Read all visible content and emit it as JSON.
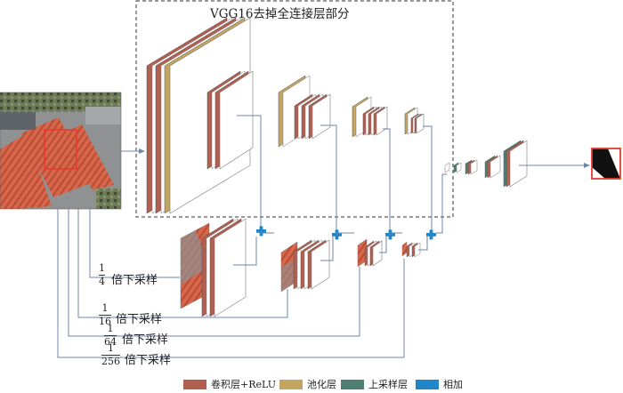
{
  "title": "VGG16去掉全连接层部分",
  "branches": [
    {
      "numerator": "1",
      "denominator": "4",
      "text": "倍下采样"
    },
    {
      "numerator": "1",
      "denominator": "16",
      "text": "倍下采样"
    },
    {
      "numerator": "1",
      "denominator": "64",
      "text": "倍下采样"
    },
    {
      "numerator": "1",
      "denominator": "256",
      "text": "倍下采样"
    }
  ],
  "legend": [
    {
      "label": "卷积层+ReLU",
      "color": "#b05f50"
    },
    {
      "label": "池化层",
      "color": "#c2a560"
    },
    {
      "label": "上采样层",
      "color": "#4f7f72"
    },
    {
      "label": "相加",
      "color": "#1f86c8"
    }
  ],
  "colors": {
    "conv": "#b05f50",
    "pool": "#c2a560",
    "upsample": "#4f7f72",
    "add": "#1f86c8",
    "line": "#6f86ad",
    "highlight": "#e53b2e"
  },
  "icons": [
    "plus-icon",
    "arrow-icon"
  ]
}
